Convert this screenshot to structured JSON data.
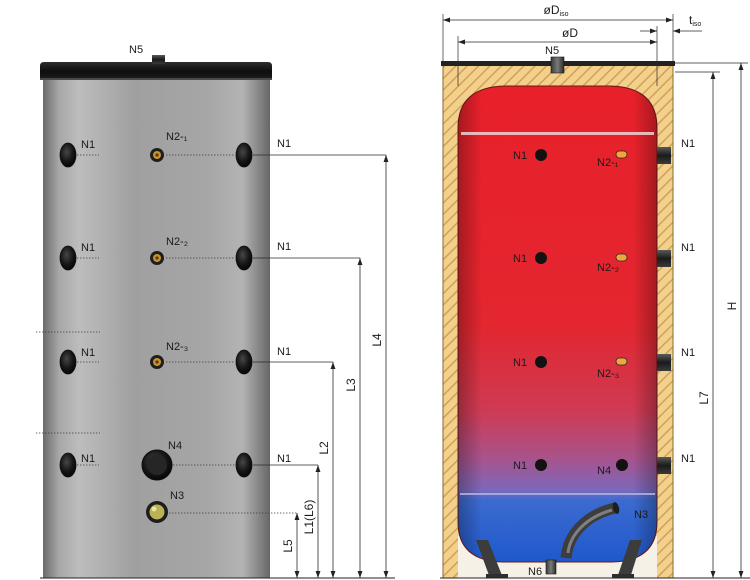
{
  "front_view": {
    "top_nozzle": "N5",
    "rows": [
      {
        "left": "N1",
        "middle": "N2-₁",
        "right": "N1"
      },
      {
        "left": "N1",
        "middle": "N2-₂",
        "right": "N1"
      },
      {
        "left": "N1",
        "middle": "N2-₃",
        "right": "N1"
      },
      {
        "left": "N1",
        "middle": "N4",
        "right": "N1"
      }
    ],
    "bottom_nozzle": "N3",
    "dimensions": {
      "l4": "L4",
      "l3": "L3",
      "l2": "L2",
      "l1_l6": "L1(L6)",
      "l5": "L5"
    }
  },
  "section_view": {
    "top_nozzle": "N5",
    "inner_ports": [
      {
        "left": "N1",
        "right": "N2-₁"
      },
      {
        "left": "N1",
        "right": "N2-₂"
      },
      {
        "left": "N1",
        "right": "N2-₃"
      },
      {
        "left": "N1",
        "right": "N4"
      }
    ],
    "outer_ports": [
      "N1",
      "N1",
      "N1",
      "N1"
    ],
    "coil": "N3",
    "drain": "N6",
    "dimensions": {
      "outer_diameter": {
        "main": "øD",
        "sub": "iso"
      },
      "inner_diameter": "øD",
      "insulation": {
        "main": "t",
        "sub": "iso"
      },
      "height": "H",
      "l7": "L7"
    }
  },
  "colors": {
    "hot_water": "#e8202a",
    "cold_water": "#1f58cc",
    "insulation": "#f3d08c",
    "tank_body": "#a0a0a0"
  }
}
